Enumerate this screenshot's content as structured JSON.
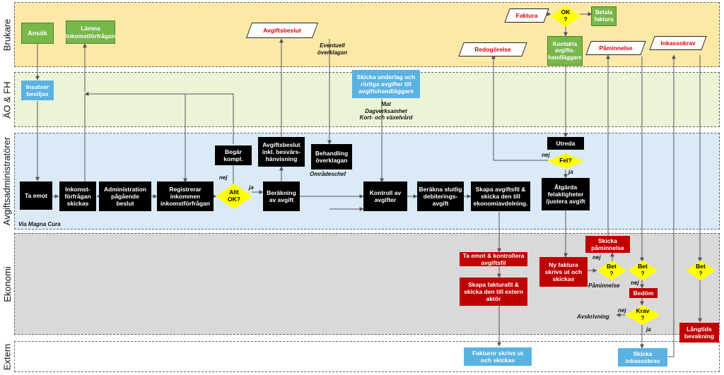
{
  "lanes": [
    "Brukare",
    "ÄO & FH",
    "Avgiftsadministratörer",
    "Ekonomi",
    "Extern"
  ],
  "colors": {
    "brukare": "#fde9a6",
    "aofh": "#ebf4d7",
    "avgift": "#daeaf7",
    "ekonomi": "#d9d9d9",
    "extern": "#ffffff",
    "decision": "#ffff00",
    "red": "#c00000",
    "green": "#78b84a",
    "blue": "#5ab2e2"
  },
  "nodes": {
    "ansok": "Ansök",
    "lamna": "Lämna\nInkomstförfrågan",
    "avgiftsbeslut_doc": "Avgiftsbeslut",
    "faktura_doc": "Faktura",
    "ok": "OK\n?",
    "betala": "Betala\nfaktura",
    "redogorelse": "Redogörelse",
    "kontakta": "Kontakta\navgifts-\nhandläggare",
    "paminnelse_doc": "Påminnelse",
    "inkassokrav_doc": "Inkassokrav",
    "insatser": "Insatser\nbeviljas",
    "skicka_underlag": "Skicka underlag och\nrörliga avgifter till\navgiftshandläggare",
    "ta_emot": "Ta emot",
    "inkomstforfragan": "Inkomst-\nförfrågan\nskickas",
    "administration": "Administration\npågående\nbeslut",
    "registrerar": "Registrerar\ninkommen\ninkomstförfrågan",
    "begar": "Begär\nkompl.",
    "allt_ok": "Allt\nOK?",
    "berakning": "Beräkning\nav avgift",
    "avgiftsbeslut_inkl": "Avgiftsbeslut\ninkl. besvärs-\nhänvisning",
    "behandling": "Behandling\növerklagan",
    "kontroll": "Kontroll av\navgifter",
    "berakna_slutlig": "Beräkna slutlig\ndebiterings-\navgift",
    "skapa_avgiftsfil": "Skapa avgiftsfil &\nskicka den till\nekonomiavdelning.",
    "utreda": "Utreda",
    "fel": "Fel?",
    "atgarda": "Åtgärda\nfelaktigheter\n/justera avgift",
    "ta_emot_kontrollera": "Ta emot & kontrollera\navgiftsfil",
    "skapa_fakturafil": "Skapa fakturafil &\nskicka den till extern\naktör",
    "ny_faktura": "Ny faktura\nskrivs ut och\nskickas",
    "skicka_paminnelse": "Skicka\npåminnelse",
    "bet1": "Bet\n?",
    "bet2": "Bet\n?",
    "bet3": "Bet\n?",
    "bedom": "Bedöm",
    "krav": "Krav\n?",
    "langtids": "Långtids\nbevakning",
    "fakturor": "Fakturor skrivs ut\noch skickas",
    "skicka_inkasso": "Skicka\ninkassokrav"
  },
  "labels": {
    "ja": "ja",
    "nej": "nej",
    "eventuell": "Eventuell\növerklagan",
    "mat": "Mat\nDagverksamhet\nKort- och växelvård",
    "omradeschef": "Områdeschef",
    "via_magna": "Via Magna Cura",
    "paminnelse": "Påminnelse",
    "avskrivning": "Avskrivning"
  }
}
